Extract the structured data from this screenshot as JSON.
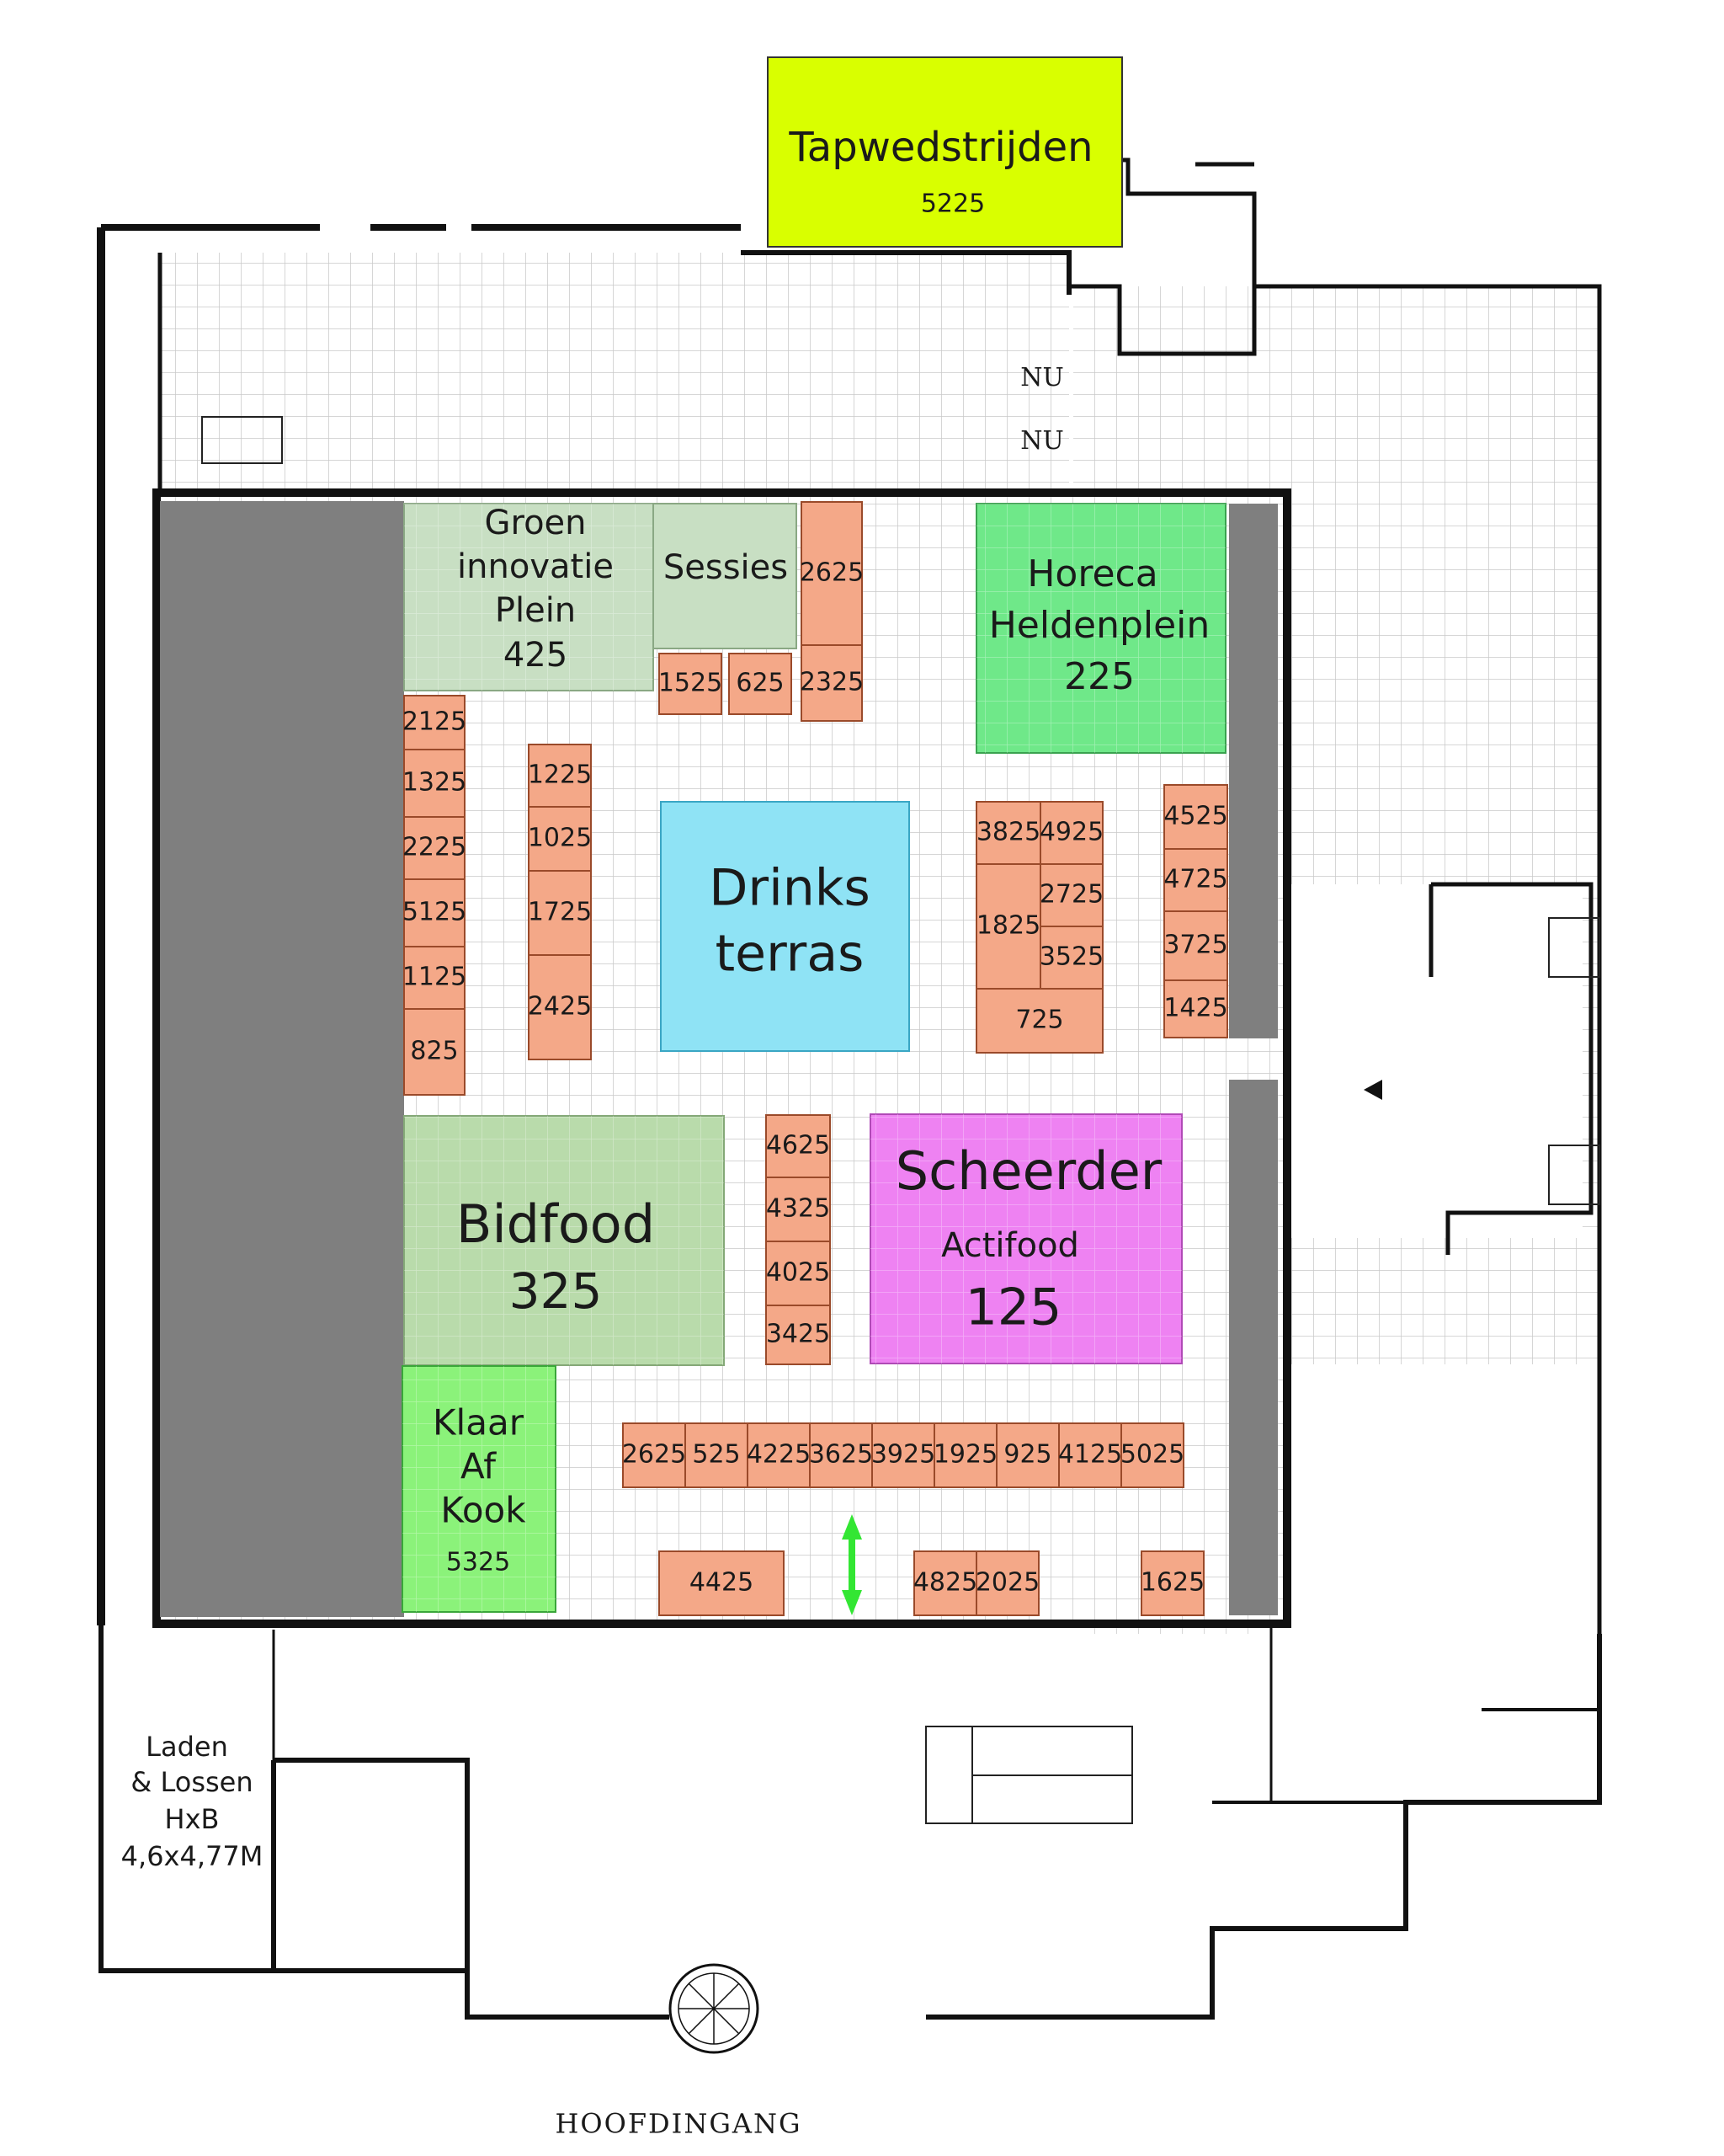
{
  "colors": {
    "booth": "#f4a888",
    "tapwedstrijden": "#d9ff00",
    "groen": "#c8dfc3",
    "horeca": "#6fe889",
    "drinks": "#8fe3f5",
    "bidfood": "#b9dbab",
    "scheerder": "#ee82f2",
    "klaar_af_kook": "#8bf27a",
    "wall": "#7f7f7f",
    "grid": "#c9c9c9",
    "arrow": "#33e633"
  },
  "areas": {
    "tapwedstrijden": {
      "name": "Tapwedstrijden",
      "number": "5225"
    },
    "groen": {
      "line1": "Groen",
      "line2": "innovatie",
      "line3": "Plein",
      "number": "425"
    },
    "sessies": {
      "name": "Sessies"
    },
    "horeca": {
      "line1": "Horeca",
      "line2": "Heldenplein",
      "number": "225"
    },
    "drinks": {
      "line1": "Drinks",
      "line2": "terras"
    },
    "bidfood": {
      "name": "Bidfood",
      "number": "325"
    },
    "scheerder": {
      "name": "Scheerder",
      "sub": "Actifood",
      "number": "125"
    },
    "klaar": {
      "line1": "Klaar",
      "line2": "Af",
      "line3": "Kook",
      "number": "5325"
    }
  },
  "booths": {
    "b2625a": "2625",
    "b2325": "2325",
    "b1525": "1525",
    "b625": "625",
    "b2125": "2125",
    "b1325": "1325",
    "b2225": "2225",
    "b5125": "5125",
    "b1125": "1125",
    "b825": "825",
    "b1225": "1225",
    "b1025": "1025",
    "b1725": "1725",
    "b2425": "2425",
    "b3825": "3825",
    "b4925": "4925",
    "b2725": "2725",
    "b1825": "1825",
    "b3525": "3525",
    "b725": "725",
    "b4525": "4525",
    "b4725": "4725",
    "b3725": "3725",
    "b1425": "1425",
    "b4625": "4625",
    "b4325": "4325",
    "b4025": "4025",
    "b3425": "3425",
    "b2625b": "2625",
    "b525": "525",
    "b4225": "4225",
    "b3625": "3625",
    "b3925": "3925",
    "b1925": "1925",
    "b925": "925",
    "b4125": "4125",
    "b5025": "5025",
    "b4425": "4425",
    "b4825": "4825",
    "b2025": "2025",
    "b1625": "1625"
  },
  "labels": {
    "nu1": "NU",
    "nu2": "NU",
    "laden1": "Laden",
    "laden2": "& Lossen",
    "laden3": "HxB",
    "laden4": "4,6x4,77M",
    "hoofdingang": "HOOFDINGANG"
  }
}
